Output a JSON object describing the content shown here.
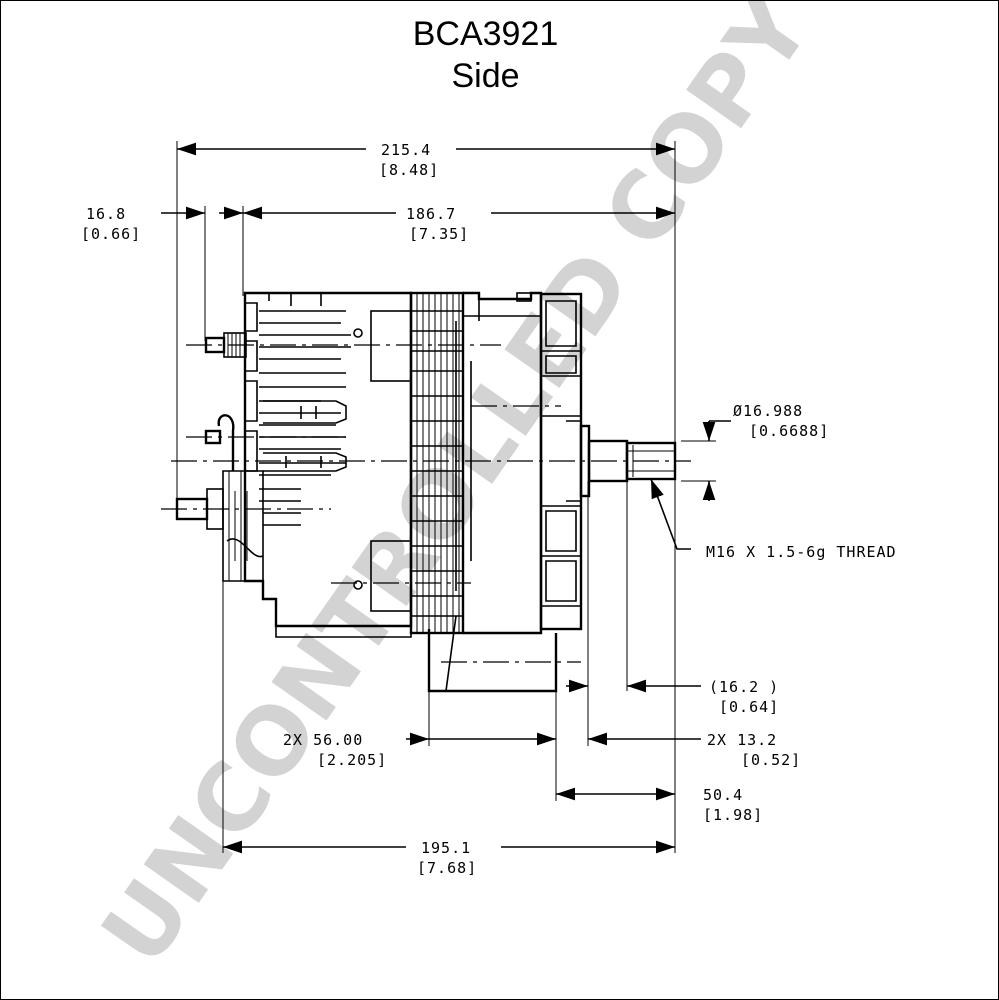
{
  "title": "BCA3921",
  "subtitle": "Side",
  "watermark": "UNCONTROLLED COPY",
  "dimensions": {
    "overall_length": {
      "mm": "215.4",
      "in": "[8.48]"
    },
    "body_length": {
      "mm": "186.7",
      "in": "[7.35]"
    },
    "terminal_offset": {
      "mm": "16.8",
      "in": "[0.66]"
    },
    "shaft_diameter": {
      "mm": "Ø16.988",
      "in": "[0.6688]"
    },
    "thread": "M16 X 1.5-6g THREAD",
    "thread_length": {
      "mm": "(16.2  )",
      "in": "[0.64]"
    },
    "mount_spacing": {
      "mm": "2X 56.00",
      "in": "[2.205]"
    },
    "flange_offset": {
      "mm": "2X 13.2",
      "in": "[0.52]"
    },
    "shaft_extension": {
      "mm": "50.4",
      "in": "[1.98]"
    },
    "base_length": {
      "mm": "195.1",
      "in": "[7.68]"
    }
  }
}
